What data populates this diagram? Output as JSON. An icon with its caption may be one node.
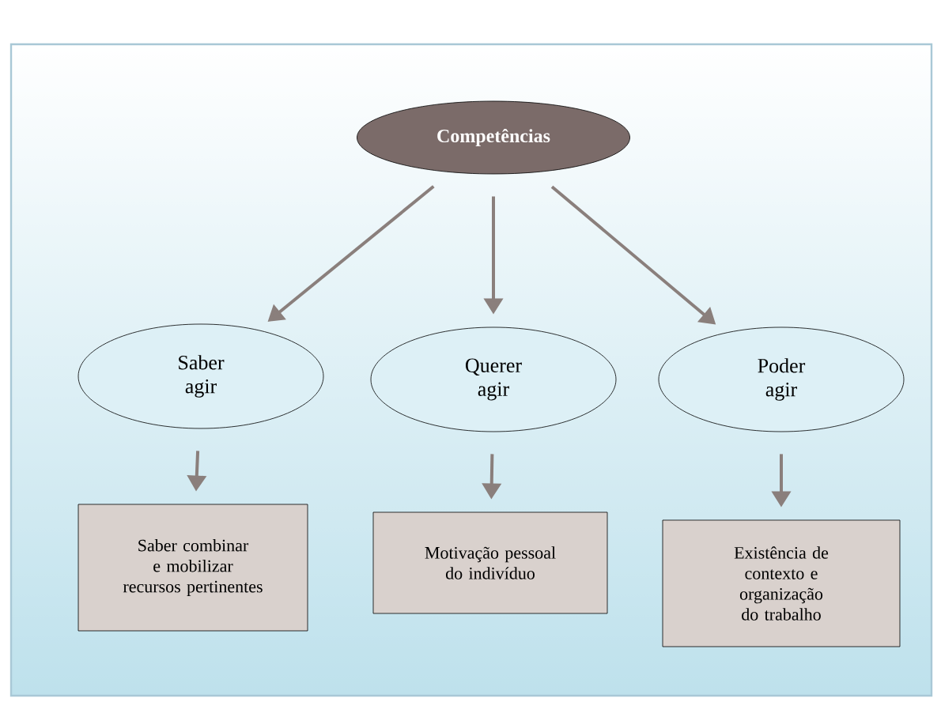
{
  "diagram": {
    "nodes": [
      {
        "text": [
          "Competências"
        ]
      },
      {
        "text": [
          "Saber agir"
        ]
      },
      {
        "text": [
          "Querer agir"
        ]
      },
      {
        "text": [
          "Poder agir"
        ]
      },
      {
        "text": [
          "Saber combinar e mobilizar recursos pertinentes"
        ]
      },
      {
        "text": [
          "Motivação pessoal do indivíduo"
        ]
      },
      {
        "text": [
          "Existência de contexto e organização do trabalho"
        ]
      }
    ],
    "edges": [
      {
        "from": 0,
        "to": 1,
        "arrow": "to"
      },
      {
        "from": 0,
        "to": 2,
        "arrow": "to"
      },
      {
        "from": 0,
        "to": 3,
        "arrow": "to"
      },
      {
        "from": 1,
        "to": 4,
        "arrow": "to"
      },
      {
        "from": 2,
        "to": 5,
        "arrow": "to"
      },
      {
        "from": 3,
        "to": 6,
        "arrow": "to"
      }
    ]
  }
}
